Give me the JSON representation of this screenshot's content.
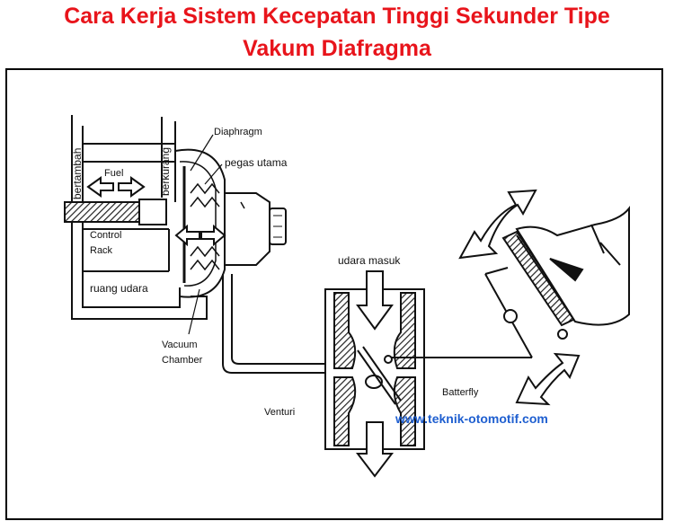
{
  "title": {
    "line1": "Cara Kerja Sistem Kecepatan Tinggi Sekunder Tipe",
    "line2": "Vakum Diafragma"
  },
  "labels": {
    "bertambah": "bertambah",
    "berkurang": "berkurang",
    "fuel": "Fuel",
    "diaphragm": "Diaphragm",
    "pegas_utama": "pegas utama",
    "control": "Control",
    "rack": "Rack",
    "ruang_udara": "ruang udara",
    "vacuum": "Vacuum",
    "chamber": "Chamber",
    "udara_masuk": "udara masuk",
    "venturi": "Venturi",
    "butterfly": "Batterfly"
  },
  "watermark": "www.teknik-otomotif.com"
}
